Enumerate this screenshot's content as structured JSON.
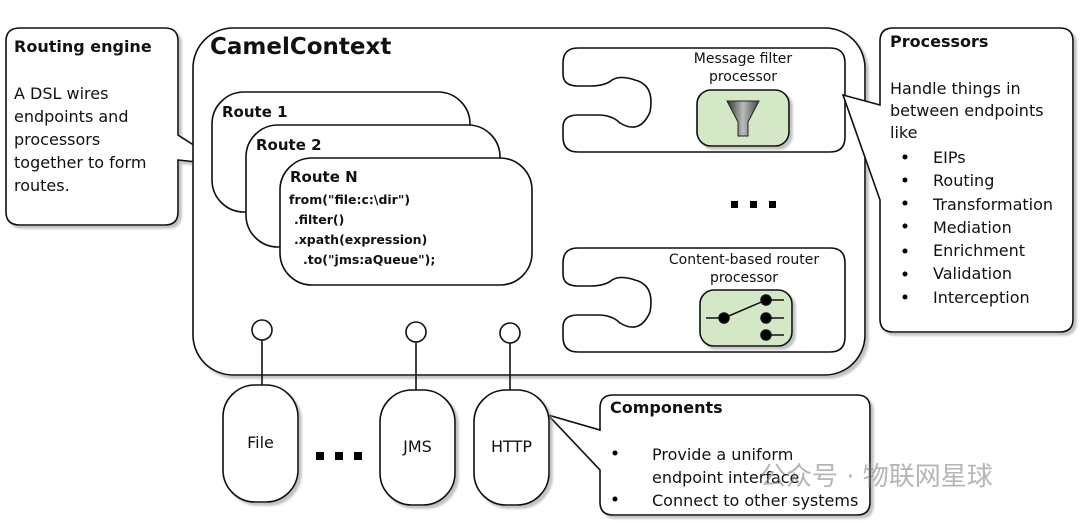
{
  "routing_engine": {
    "title": "Routing engine",
    "body": [
      "A DSL wires",
      "endpoints and",
      "processors",
      "together to form",
      "routes."
    ]
  },
  "camel_context": {
    "title": "CamelContext",
    "routes": [
      {
        "label": "Route 1"
      },
      {
        "label": "Route 2"
      },
      {
        "label": "Route N",
        "code": [
          "from(\"file:c:\\dir\")",
          ".filter()",
          ".xpath(expression)",
          ".to(\"jms:aQueue\");"
        ]
      }
    ],
    "processors": [
      {
        "label_line1": "Message filter",
        "label_line2": "processor",
        "icon": "funnel-icon"
      },
      {
        "label_line1": "Content-based router",
        "label_line2": "processor",
        "icon": "switch-router-icon"
      }
    ],
    "processor_ellipsis": "...",
    "colors": {
      "processor_icon_bg": "#d4e8c8"
    }
  },
  "processors_callout": {
    "title": "Processors",
    "body": [
      "Handle things in",
      "between endpoints",
      "like"
    ],
    "items": [
      "EIPs",
      "Routing",
      "Transformation",
      "Mediation",
      "Enrichment",
      "Validation",
      "Interception"
    ]
  },
  "components": {
    "endpoints": [
      "File",
      "JMS",
      "HTTP"
    ],
    "ellipsis": "...",
    "callout_title": "Components",
    "items": [
      "Provide a uniform endpoint interface",
      "Connect to other systems"
    ],
    "item1_lines": [
      "Provide a uniform",
      "endpoint interface"
    ]
  },
  "watermark": "公众号 · 物联网星球"
}
